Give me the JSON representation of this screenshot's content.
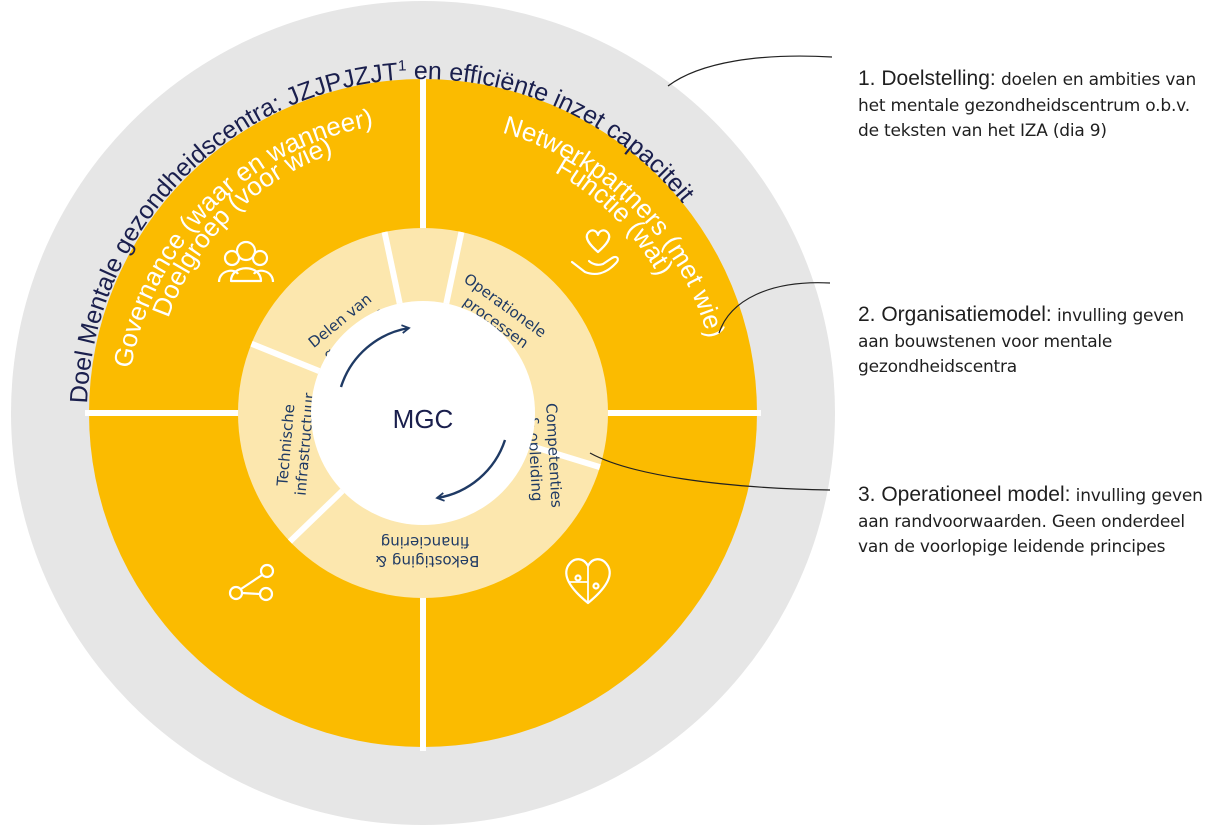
{
  "colors": {
    "outer_ring": "#e6e6e6",
    "quadrant": "#fbbb00",
    "inner_ring": "#fce7ae",
    "center": "#ffffff",
    "navy": "#1a1f4d",
    "dark_blue": "#1f3a64"
  },
  "outer_ring": {
    "text_main": "Doel Mentale gezondheidscentra: JZJPJZJT",
    "superscript": "1",
    "text_rest": " en efficiënte inzet capaciteit"
  },
  "quadrants": {
    "top_left": {
      "label": "Doelgroep (voor wie)",
      "icon": "people-icon"
    },
    "top_right": {
      "label": "Functie (wat)",
      "icon": "heart-hand-icon"
    },
    "bottom_right": {
      "label": "Netwerkpartners (met wie)",
      "icon": "puzzle-heart-icon"
    },
    "bottom_left": {
      "label": "Governance (waar en wanneer)",
      "icon": "network-icon"
    }
  },
  "inner_segments": {
    "top_left": [
      "Delen van",
      "gegevens"
    ],
    "top_right": [
      "Operationele",
      "processen"
    ],
    "right": [
      "Competenties",
      "& opleiding"
    ],
    "bottom": [
      "Bekostiging &",
      "financiering"
    ],
    "left": [
      "Technische",
      "infrastructuur"
    ]
  },
  "center": {
    "label": "MGC"
  },
  "annotations": [
    {
      "title": "1. Doelstelling:",
      "desc": " doelen en ambities van het mentale gezondheidscentrum o.b.v. de teksten van het IZA (dia 9)"
    },
    {
      "title": "2. Organisatiemodel:",
      "desc": " invulling geven aan bouwstenen voor mentale gezondheidscentra"
    },
    {
      "title": "3. Operationeel model:",
      "desc": " invulling geven aan randvoorwaarden. Geen onderdeel van de voorlopige leidende principes"
    }
  ]
}
